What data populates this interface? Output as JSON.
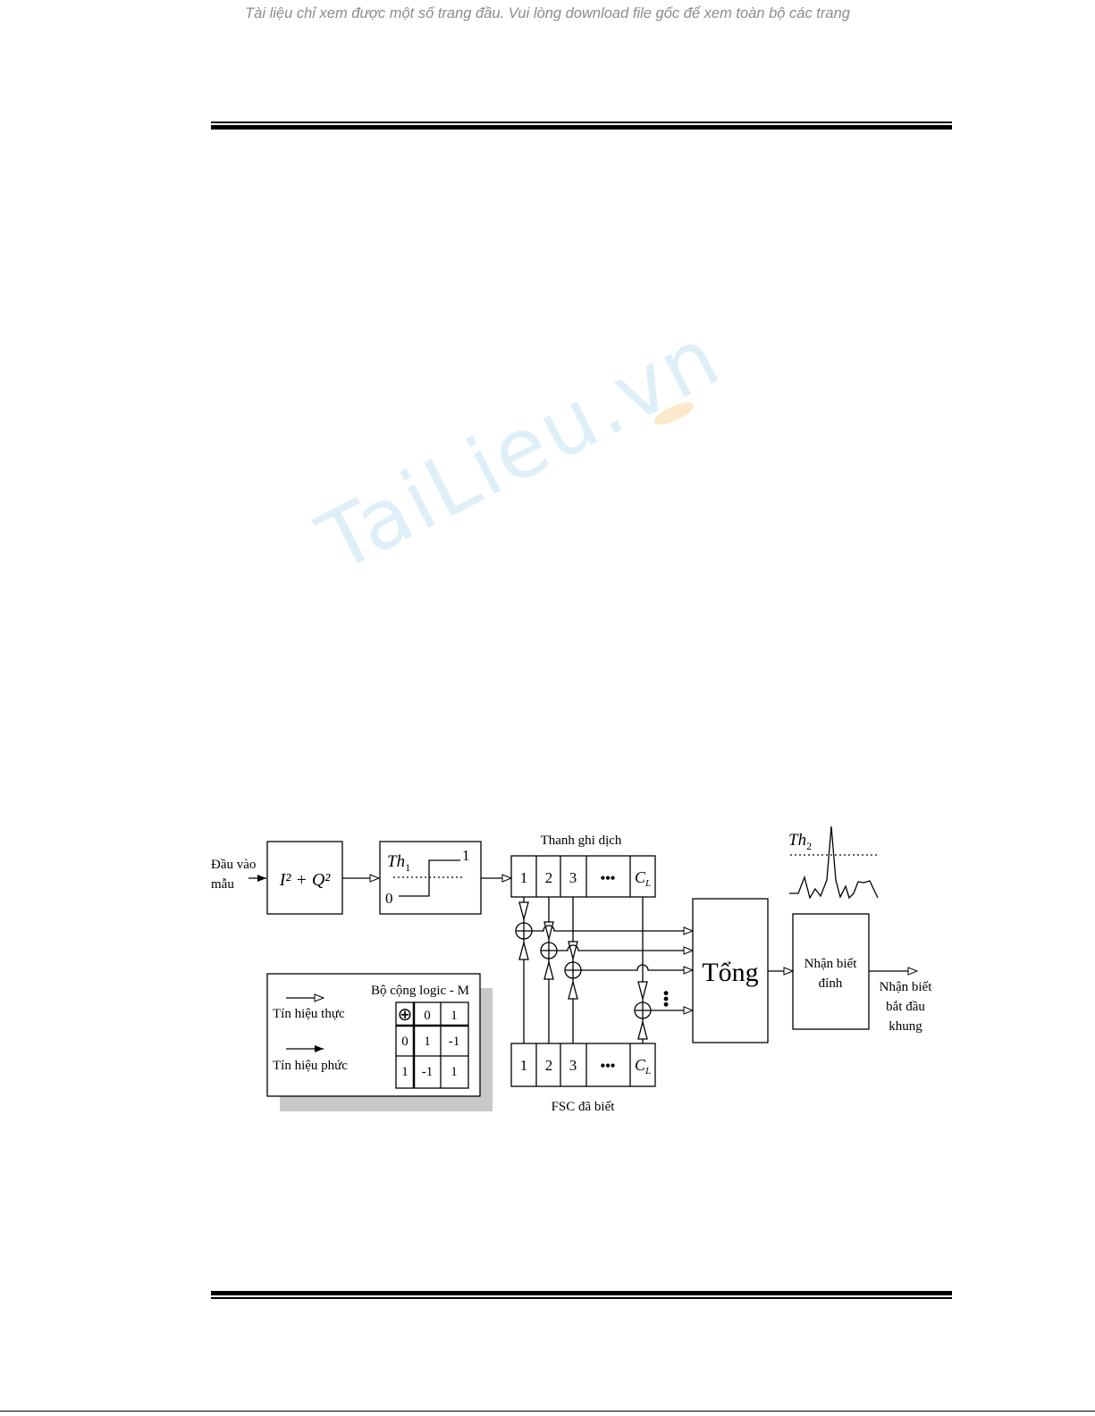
{
  "notice": "Tài liệu chỉ xem được một số trang đầu. Vui lòng download file gốc để xem toàn bộ các trang",
  "watermark": {
    "text": "TaiLieu.vn"
  },
  "diagram": {
    "input_label_1": "Đầu vào",
    "input_label_2": "mẫu",
    "power_block": "I² + Q²",
    "threshold_block": {
      "label": "Th",
      "label_sub": "1",
      "high": "1",
      "low": "0"
    },
    "shift_register": {
      "title": "Thanh ghi dịch",
      "cells": [
        "1",
        "2",
        "3",
        "•••",
        "C"
      ],
      "last_sub": "L"
    },
    "known_fsc": {
      "title": "FSC đã biết",
      "cells": [
        "1",
        "2",
        "3",
        "•••",
        "C"
      ],
      "last_sub": "L"
    },
    "sum_block": "Tổng",
    "peak_graph": {
      "label": "Th",
      "label_sub": "2"
    },
    "peak_detect": {
      "line1": "Nhận biết",
      "line2": "đỉnh"
    },
    "output": {
      "line1": "Nhận biết",
      "line2": "bắt đầu",
      "line3": "khung"
    },
    "legend": {
      "title": "Bộ cộng logic - M",
      "real_signal": "Tín hiệu thực",
      "complex_signal": "Tín hiệu phức",
      "table": {
        "symbol": "⊕",
        "header": [
          "0",
          "1"
        ],
        "rows": [
          {
            "label": "0",
            "values": [
              "1",
              "-1"
            ]
          },
          {
            "label": "1",
            "values": [
              "-1",
              "1"
            ]
          }
        ]
      }
    }
  }
}
